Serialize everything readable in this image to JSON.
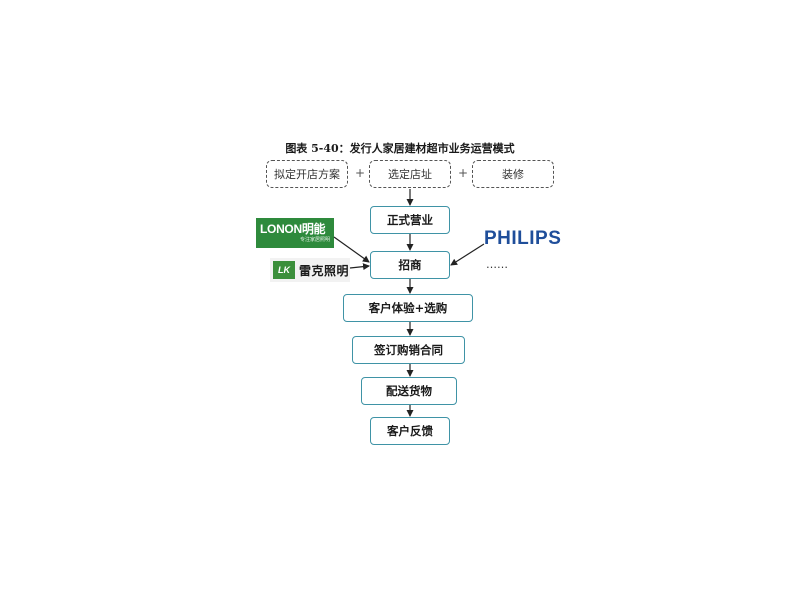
{
  "title": "图表 5-40：发行人家居建材超市业务运营模式",
  "prep_steps": [
    "拟定开店方案",
    "选定店址",
    "装修"
  ],
  "plus_sign": "+",
  "flow_steps": [
    "正式营业",
    "招商",
    "客户体验+选购",
    "签订购销合同",
    "配送货物",
    "客户反馈"
  ],
  "brands": {
    "lonon": {
      "name": "LONON明能",
      "tagline": "专注家居照明"
    },
    "lk": {
      "mark": "LK",
      "name": "雷克照明"
    },
    "philips": {
      "name": "PHILIPS"
    },
    "more": "……"
  },
  "colors": {
    "step_border": "#3f93a6",
    "dashed_border": "#555555",
    "arrow": "#222222",
    "philips_blue": "#1f4e9a",
    "lonon_green": "#2e8a3c"
  }
}
